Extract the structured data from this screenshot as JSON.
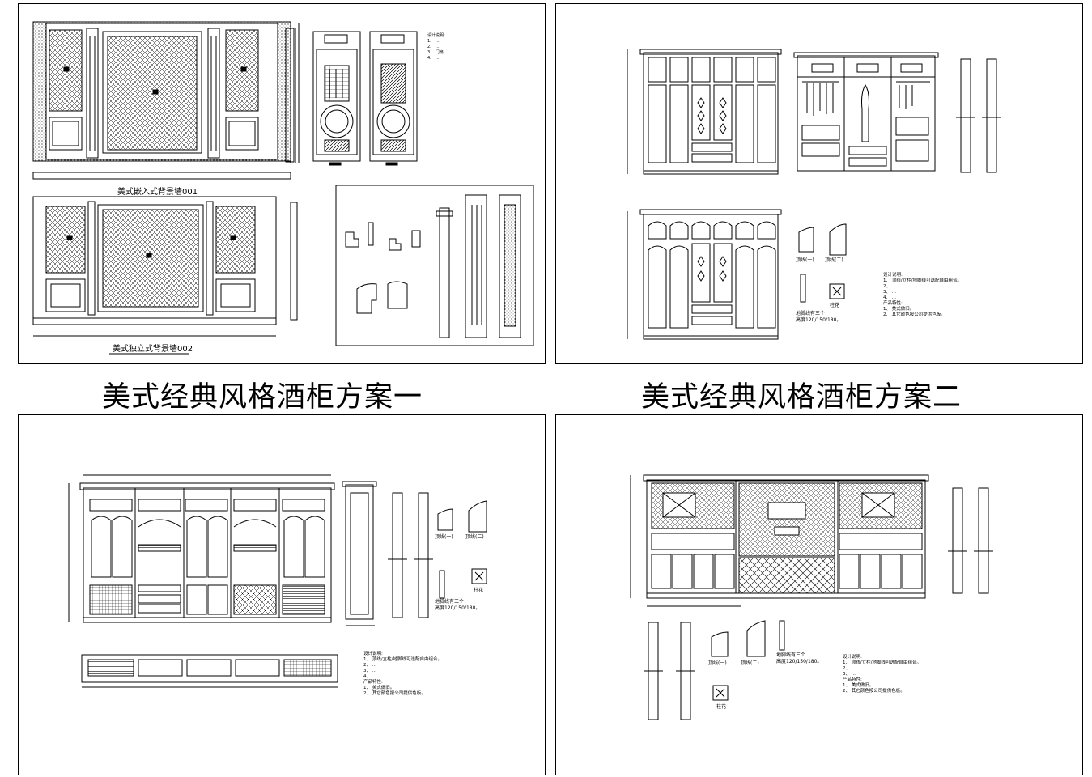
{
  "titles": {
    "scheme1": "美式经典风格酒柜方案一",
    "scheme2": "美式经典风格酒柜方案二"
  },
  "sheet1": {
    "label_wall1": "美式嵌入式背景墙001",
    "label_wall2": "美式独立式背景墙002",
    "notes": [
      "设计说明:",
      "1、 ...",
      "2、 ...",
      "3、 门扇...",
      "4、 ..."
    ]
  },
  "sheet2": {
    "molding1": "顶线(一)",
    "molding2": "顶线(二)",
    "skirting": "地脚线有三个",
    "skirting_h": "高度120/150/180。",
    "column_flower": "柱花",
    "notes": [
      "设计说明:",
      "1、 顶线/立柱/地脚线可选配自由组合。",
      "2、 ...",
      "3、 ...",
      "4、 ...",
      "产品特性:",
      "1、 美式做旧。",
      "2、 其它颜色按公司提供色板。"
    ]
  },
  "sheet3": {
    "molding1": "顶线(一)",
    "molding2": "顶线(二)",
    "skirting": "地脚线有三个",
    "skirting_h": "高度120/150/180。",
    "column_flower": "柱花",
    "notes": [
      "设计说明:",
      "1、 顶线/立柱/地脚线可选配自由组合。",
      "2、 ...",
      "3、 ...",
      "4、 ...",
      "产品特性:",
      "1、 美式做旧。",
      "2、 其它颜色按公司提供色板。"
    ]
  },
  "sheet4": {
    "molding1": "顶线(一)",
    "molding2": "顶线(二)",
    "skirting": "地脚线有三个",
    "skirting_h": "高度120/150/180。",
    "column_flower": "柱花",
    "notes": [
      "设计说明:",
      "1、 顶线/立柱/地脚线可选配自由组合。",
      "2、 ...",
      "3、 ...",
      "产品特性:",
      "1、 美式做旧。",
      "2、 其它颜色按公司提供色板。"
    ]
  }
}
